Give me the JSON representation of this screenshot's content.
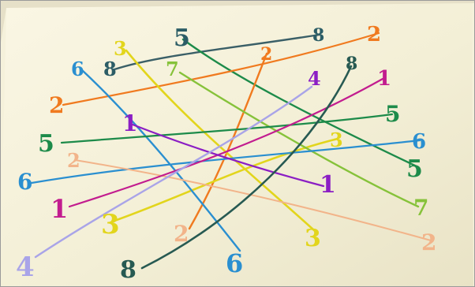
{
  "image": {
    "alt": "Handwritten puzzle on paper: colored lines connecting matching numbers"
  },
  "labels": {
    "lab1": "5",
    "lab2": "8",
    "lab3": "2",
    "lab4": "3",
    "lab5": "8",
    "lab6": "2",
    "lab7": "6",
    "lab8": "7",
    "lab9": "8",
    "lab10": "4",
    "lab11": "1",
    "lab12": "2",
    "lab13": "1",
    "lab14": "5",
    "lab15": "5",
    "lab16": "3",
    "lab17": "6",
    "lab18": "2",
    "lab19": "6",
    "lab20": "5",
    "lab21": "1",
    "lab22": "1",
    "lab23": "7",
    "lab24": "3",
    "lab25": "2",
    "lab26": "3",
    "lab27": "2",
    "lab28": "4",
    "lab29": "8",
    "lab30": "6"
  },
  "colors": {
    "paper": "#f6f2da",
    "teal_gray": "#2c5d66",
    "orange": "#f07a1f",
    "green": "#1d8b4a",
    "light_green": "#86c23a",
    "yellow": "#e2d51c",
    "purple": "#8b1ec4",
    "magenta": "#c21c8f",
    "blue": "#2a8fd0",
    "peach": "#f2b48a",
    "lavender": "#a9a4e8",
    "dark_teal": "#275a52"
  }
}
